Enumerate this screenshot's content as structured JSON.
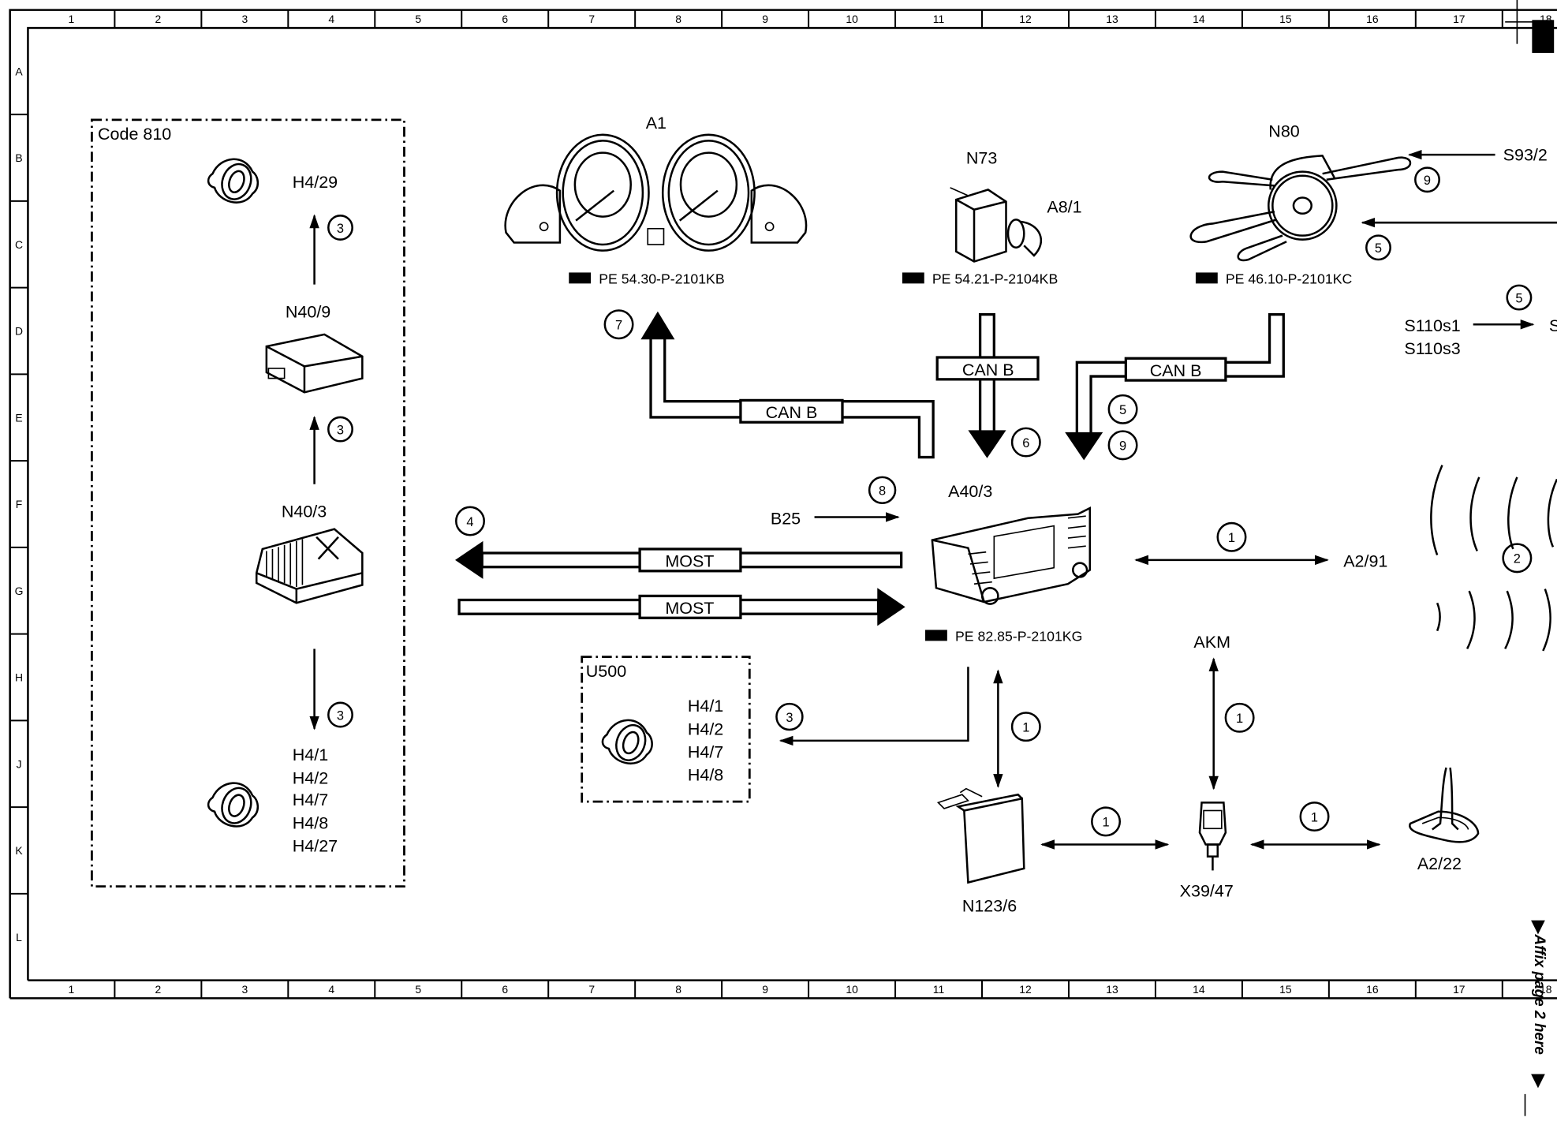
{
  "sheet": {
    "column_labels": [
      "1",
      "2",
      "3",
      "4",
      "5",
      "6",
      "7",
      "8",
      "9",
      "10",
      "11",
      "12",
      "13",
      "14",
      "15",
      "16",
      "17",
      "18"
    ],
    "row_labels": [
      "A",
      "B",
      "C",
      "D",
      "E",
      "F",
      "G",
      "H",
      "J",
      "K",
      "L"
    ],
    "affix_note": "Affix page 2 here"
  },
  "groups": {
    "code810": {
      "title": "Code 810"
    },
    "u500": {
      "title": "U500",
      "items": [
        "H4/1",
        "H4/2",
        "H4/7",
        "H4/8"
      ]
    }
  },
  "components": {
    "h4_29": "H4/29",
    "n40_9": "N40/9",
    "n40_3": "N40/3",
    "h4_group": [
      "H4/1",
      "H4/2",
      "H4/7",
      "H4/8",
      "H4/27"
    ],
    "a1": {
      "label": "A1",
      "ref": "PE 54.30-P-2101KB"
    },
    "n73": {
      "label": "N73",
      "sub": "A8/1",
      "ref": "PE 54.21-P-2104KB"
    },
    "n80": {
      "label": "N80",
      "ref": "PE 46.10-P-2101KC"
    },
    "a40_3": {
      "label": "A40/3",
      "ref": "PE 82.85-P-2101KG"
    },
    "b25": "B25",
    "a2_91": "A2/91",
    "akm": "AKM",
    "n123_6": "N123/6",
    "x39_47": "X39/47",
    "a2_22": "A2/22",
    "s93_2": "S93/2",
    "s110s1": "S110s1",
    "s110s3": "S110s3",
    "s_cut": "S"
  },
  "buses": {
    "can_b": "CAN B",
    "most": "MOST"
  },
  "callouts": {
    "c1": "1",
    "c2": "2",
    "c3": "3",
    "c4": "4",
    "c5": "5",
    "c6": "6",
    "c7": "7",
    "c8": "8",
    "c9": "9"
  }
}
